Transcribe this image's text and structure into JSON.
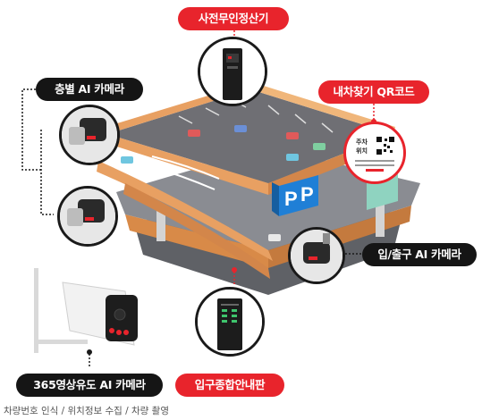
{
  "labels": {
    "pre_payment": "사전무인정산기",
    "floor_camera": "층별 AI 카메라",
    "qr_code": "내차찾기 QR코드",
    "entry_camera": "입/출구 AI 카메라",
    "outdoor_camera": "365영상유도 AI 카메라",
    "entrance_board": "입구종합안내판"
  },
  "qr_sign": {
    "line1": "주차",
    "line2": "위치"
  },
  "parking_sign": "P",
  "caption": "차량번호 인식 / 위치정보 수집 / 차량 촬영",
  "colors": {
    "accent_red": "#e8242c",
    "dark": "#151515",
    "wood": "#e8a062",
    "deck": "#6f6f74"
  }
}
